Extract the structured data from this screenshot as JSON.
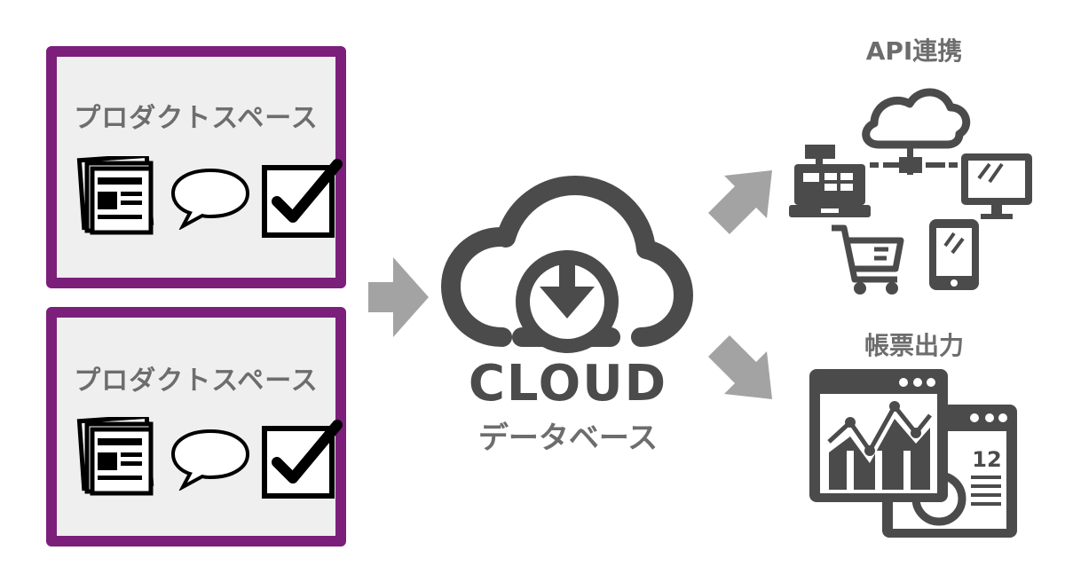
{
  "boxes": [
    {
      "title": "プロダクトスペース"
    },
    {
      "title": "プロダクトスペース"
    }
  ],
  "cloud": {
    "title": "CLOUD",
    "subtitle": "データベース"
  },
  "outputs": {
    "api": "API連携",
    "report": "帳票出力",
    "calendar_day": "12"
  },
  "colors": {
    "box_border": "#7b1f7b",
    "icon": "#4b4b4b",
    "arrow": "#a3a3a3",
    "text": "#6d6d6d"
  }
}
